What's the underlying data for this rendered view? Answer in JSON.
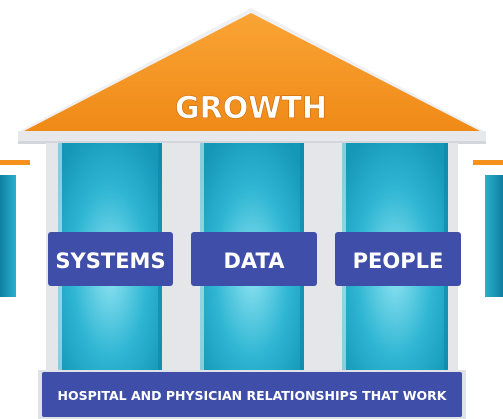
{
  "roof_label": "GROWTH",
  "pillars": [
    {
      "label": "SYSTEMS"
    },
    {
      "label": "DATA"
    },
    {
      "label": "PEOPLE"
    }
  ],
  "base_label": "HOSPITAL AND PHYSICIAN RELATIONSHIPS THAT WORK",
  "colors": {
    "roof": "#f5921e",
    "roof_dark": "#e07a10",
    "pillar": "#1aa6c4",
    "pillar_light": "#6fd6ea",
    "label_box": "#3f4ea8",
    "background_accent": "#1692b3",
    "frame": "#e4e6ea"
  }
}
